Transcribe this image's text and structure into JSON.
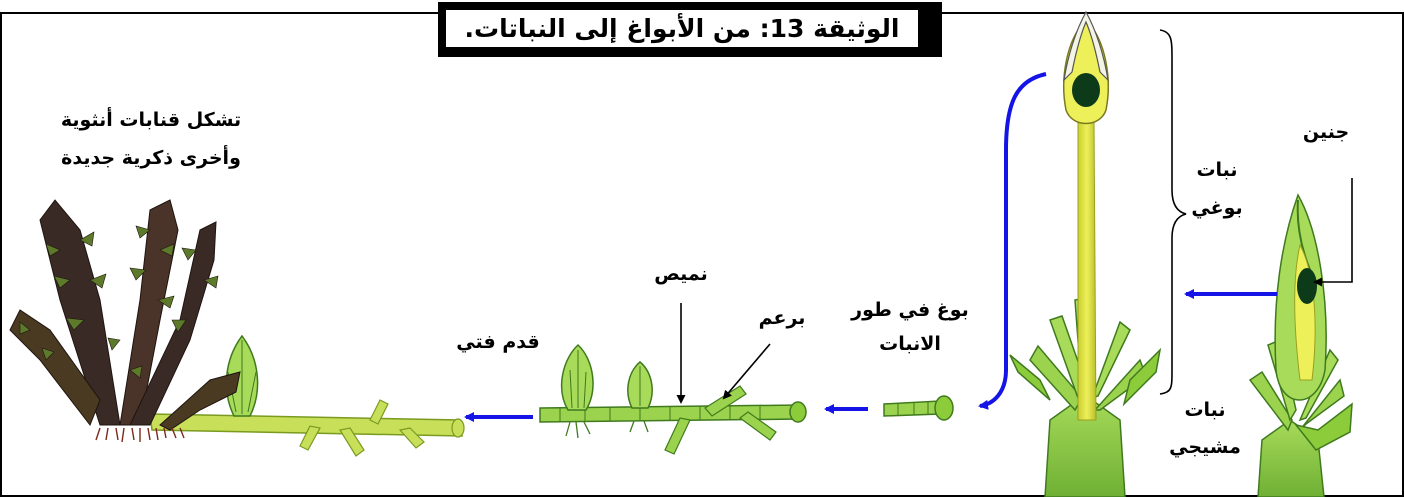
{
  "title": "الوثيقة 13: من الأبواغ إلى النباتات.",
  "labels": {
    "embryo": "جنين",
    "sporophyte_l1": "نبات",
    "sporophyte_l2": "بوغي",
    "gametophyte_l1": "نبات",
    "gametophyte_l2": "مشيجي",
    "germinating_spore_l1": "بوغ في طور",
    "germinating_spore_l2": "الانبات",
    "protonema": "نميص",
    "bud": "برعم",
    "foot": "قدم فتي",
    "new_organs_l1": "تشكل قنابات أنثوية",
    "new_organs_l2": "وأخرى ذكرية جديدة"
  },
  "colors": {
    "arrow": "#1414e6",
    "leaf_green": "#8ccc3a",
    "leaf_dark": "#3f7a1e",
    "stalk_yellow": "#dde43a",
    "embryo_dark": "#0d3b1a",
    "moss_dark": "#3a2a26"
  }
}
